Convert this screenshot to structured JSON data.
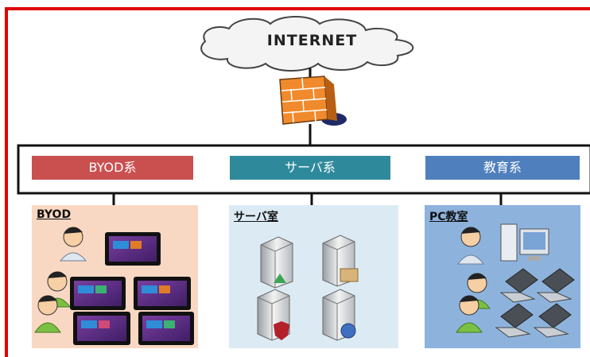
{
  "internet": {
    "label": "INTERNET"
  },
  "segments": {
    "byod": {
      "label": "BYOD系",
      "color": "#c9504f"
    },
    "server": {
      "label": "サーバ系",
      "color": "#2e8a9b"
    },
    "edu": {
      "label": "教育系",
      "color": "#4f7fbc"
    }
  },
  "zones": {
    "byod": {
      "title": "BYOD"
    },
    "server": {
      "title": "サーバ室"
    },
    "pc": {
      "title": "PC教室"
    }
  },
  "colors": {
    "frame": "#e00000",
    "firewall": "#f08a2c"
  }
}
